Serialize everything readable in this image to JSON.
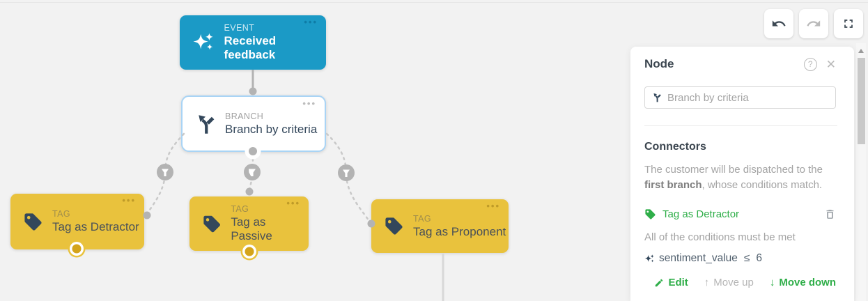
{
  "ui": {
    "menu_dots": "•••",
    "help_glyph": "?",
    "close_glyph": "✕",
    "move_up_glyph": "↑",
    "move_down_glyph": "↓"
  },
  "canvas": {
    "nodes": [
      {
        "id": "event",
        "type_label": "EVENT",
        "title": "Received feedback"
      },
      {
        "id": "branch",
        "type_label": "BRANCH",
        "title": "Branch by criteria"
      },
      {
        "id": "tag-detractor",
        "type_label": "TAG",
        "title": "Tag as Detractor"
      },
      {
        "id": "tag-passive",
        "type_label": "TAG",
        "title": "Tag as Passive"
      },
      {
        "id": "tag-proponent",
        "type_label": "TAG",
        "title": "Tag as Proponent"
      }
    ]
  },
  "panel": {
    "title": "Node",
    "name_input": {
      "value": "Branch by criteria"
    },
    "connectors": {
      "heading": "Connectors",
      "description": {
        "part1": "The customer will be dispatched to the ",
        "bold": "first branch",
        "part2": ", whose conditions match."
      },
      "items": [
        {
          "label": "Tag as Detractor",
          "note": "All of the conditions must be met",
          "condition": {
            "field": "sentiment_value",
            "operator": "≤",
            "value": "6"
          },
          "actions": {
            "edit": "Edit",
            "move_up": "Move up",
            "move_down": "Move down"
          }
        }
      ]
    }
  },
  "colors": {
    "event_blue": "#1b9ac6",
    "tag_yellow": "#e9c23d",
    "tag_gold_port": "#d4a41b",
    "accent_green": "#2fae49",
    "dark_navy": "#33475b",
    "selected_border": "#a9d4f5",
    "canvas_bg": "#f2f2f2"
  }
}
